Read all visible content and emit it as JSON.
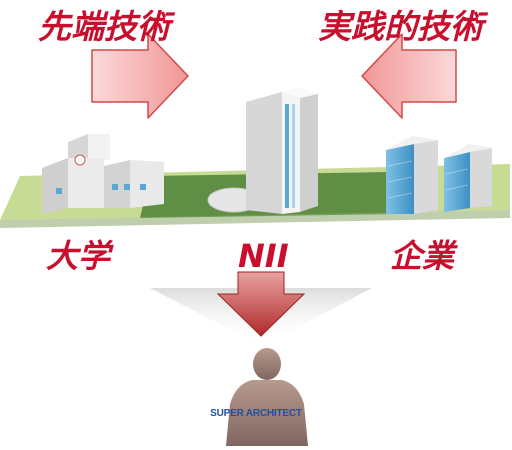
{
  "labels": {
    "top_left": "先端技術",
    "top_right": "実践的技術",
    "university": "大学",
    "nii": "NII",
    "enterprise": "企業"
  },
  "figure": {
    "caption": "SUPER ARCHITECT"
  },
  "colors": {
    "label_red": "#c8102e",
    "arrow_pink": "#f4b3b3",
    "arrow_stroke": "#d24a4a",
    "down_arrow": "#b83434",
    "ground_green": "#5e8f44",
    "ground_light": "#c8db94",
    "caption_blue": "#1f4fa3"
  }
}
